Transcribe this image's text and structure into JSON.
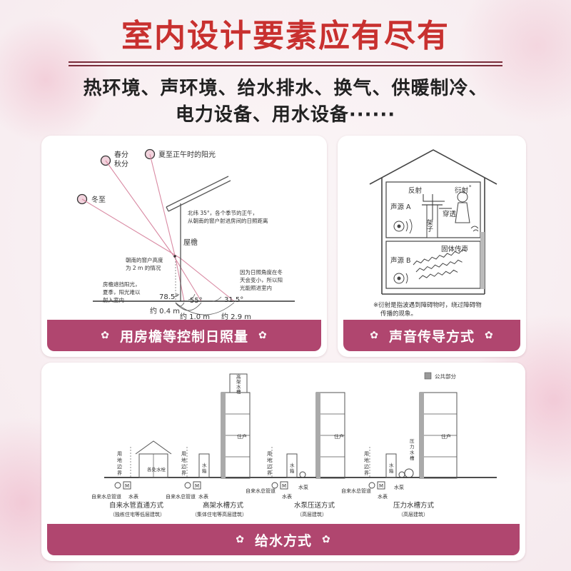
{
  "header": {
    "title": "室内设计要素应有尽有",
    "line1": "热环境、声环境、给水排水、换气、供暖制冷、",
    "line2": "电力设备、用水设备······"
  },
  "card_sun": {
    "caption": "用房檐等控制日照量",
    "chunfen": "春分",
    "qiufen": "秋分",
    "xiazhi": "夏至正午时的阳光",
    "dongzhi": "冬至",
    "lat1": "北纬 35°，各个季节的正午，",
    "lat2": "从朝南的窗户射进房间的日照距离",
    "eave": "屋檐",
    "win1": "朝南的窗户高度",
    "win2": "为 2 m 的情况",
    "summer1": "房檐遮挡阳光，",
    "summer2": "夏季，阳光难以",
    "summer3": "射入室内",
    "winter1": "因为日照角度在冬",
    "winter2": "天会变小，所以阳",
    "winter3": "光能照进室内",
    "a1": "78.5°",
    "a2": "55°",
    "a3": "31.5°",
    "d1": "约 0.4 m",
    "d2": "约 1.0 m",
    "d3": "约 2.9 m"
  },
  "card_sound": {
    "caption": "声音传导方式",
    "reflect": "反射",
    "diffract": "衍射",
    "diffract_mark": "*",
    "srcA": "声源 A",
    "shelf": "架子",
    "pass": "穿透",
    "solid": "固体传声",
    "srcB": "声源 B",
    "note1": "※衍射是指波遇到障碍物时，绕过障碍物",
    "note2": "传播的现象。"
  },
  "card_water": {
    "caption": "给水方式",
    "legend": "公共部分",
    "tank_top": [
      "高",
      "架",
      "水",
      "槽"
    ],
    "residence": "住户",
    "boundary": [
      "用",
      "地",
      "边",
      "界"
    ],
    "faucet": "各处水栓",
    "water_tank": [
      "水",
      "箱"
    ],
    "pressure_tank": [
      "压",
      "力",
      "水",
      "槽"
    ],
    "main_pipe": "自来水总管道",
    "meter": "水表",
    "pump": "水泵",
    "meter_symbol": "M",
    "m1_name": "自来水管直通方式",
    "m1_sub": "（独栋住宅等低层建筑）",
    "m2_name": "高架水槽方式",
    "m2_sub": "（集体住宅等高层建筑）",
    "m3_name": "水泵压送方式",
    "m3_sub": "（高层建筑）",
    "m4_name": "压力水槽方式",
    "m4_sub": "（高层建筑）"
  }
}
